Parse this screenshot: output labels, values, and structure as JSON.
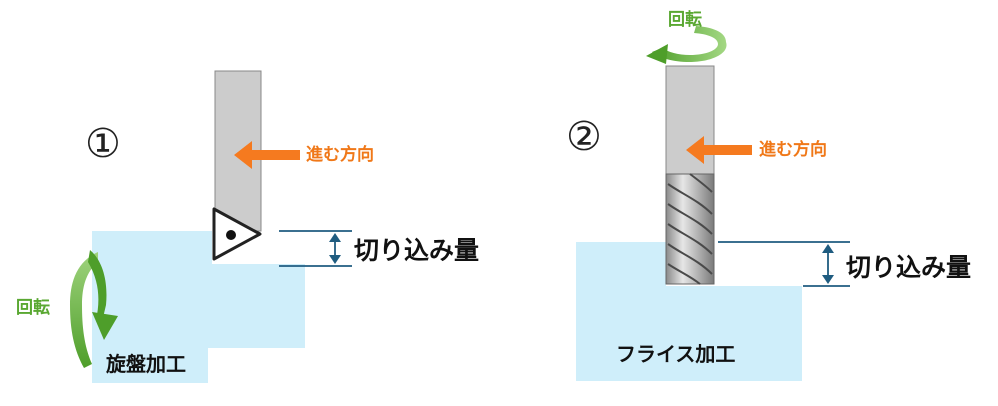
{
  "panel1": {
    "number": "①",
    "direction_label": "進む方向",
    "depth_label": "切り込み量",
    "rotation_label": "回転",
    "process_label": "旋盤加工"
  },
  "panel2": {
    "number": "②",
    "direction_label": "進む方向",
    "depth_label": "切り込み量",
    "rotation_label": "回転",
    "process_label": "フライス加工"
  },
  "colors": {
    "workpiece": "#cfeefa",
    "tool": "#cccccc",
    "direction_arrow": "#f57a1f",
    "rotation_arrow": "#5aa832",
    "dimension": "#1f5c80"
  }
}
